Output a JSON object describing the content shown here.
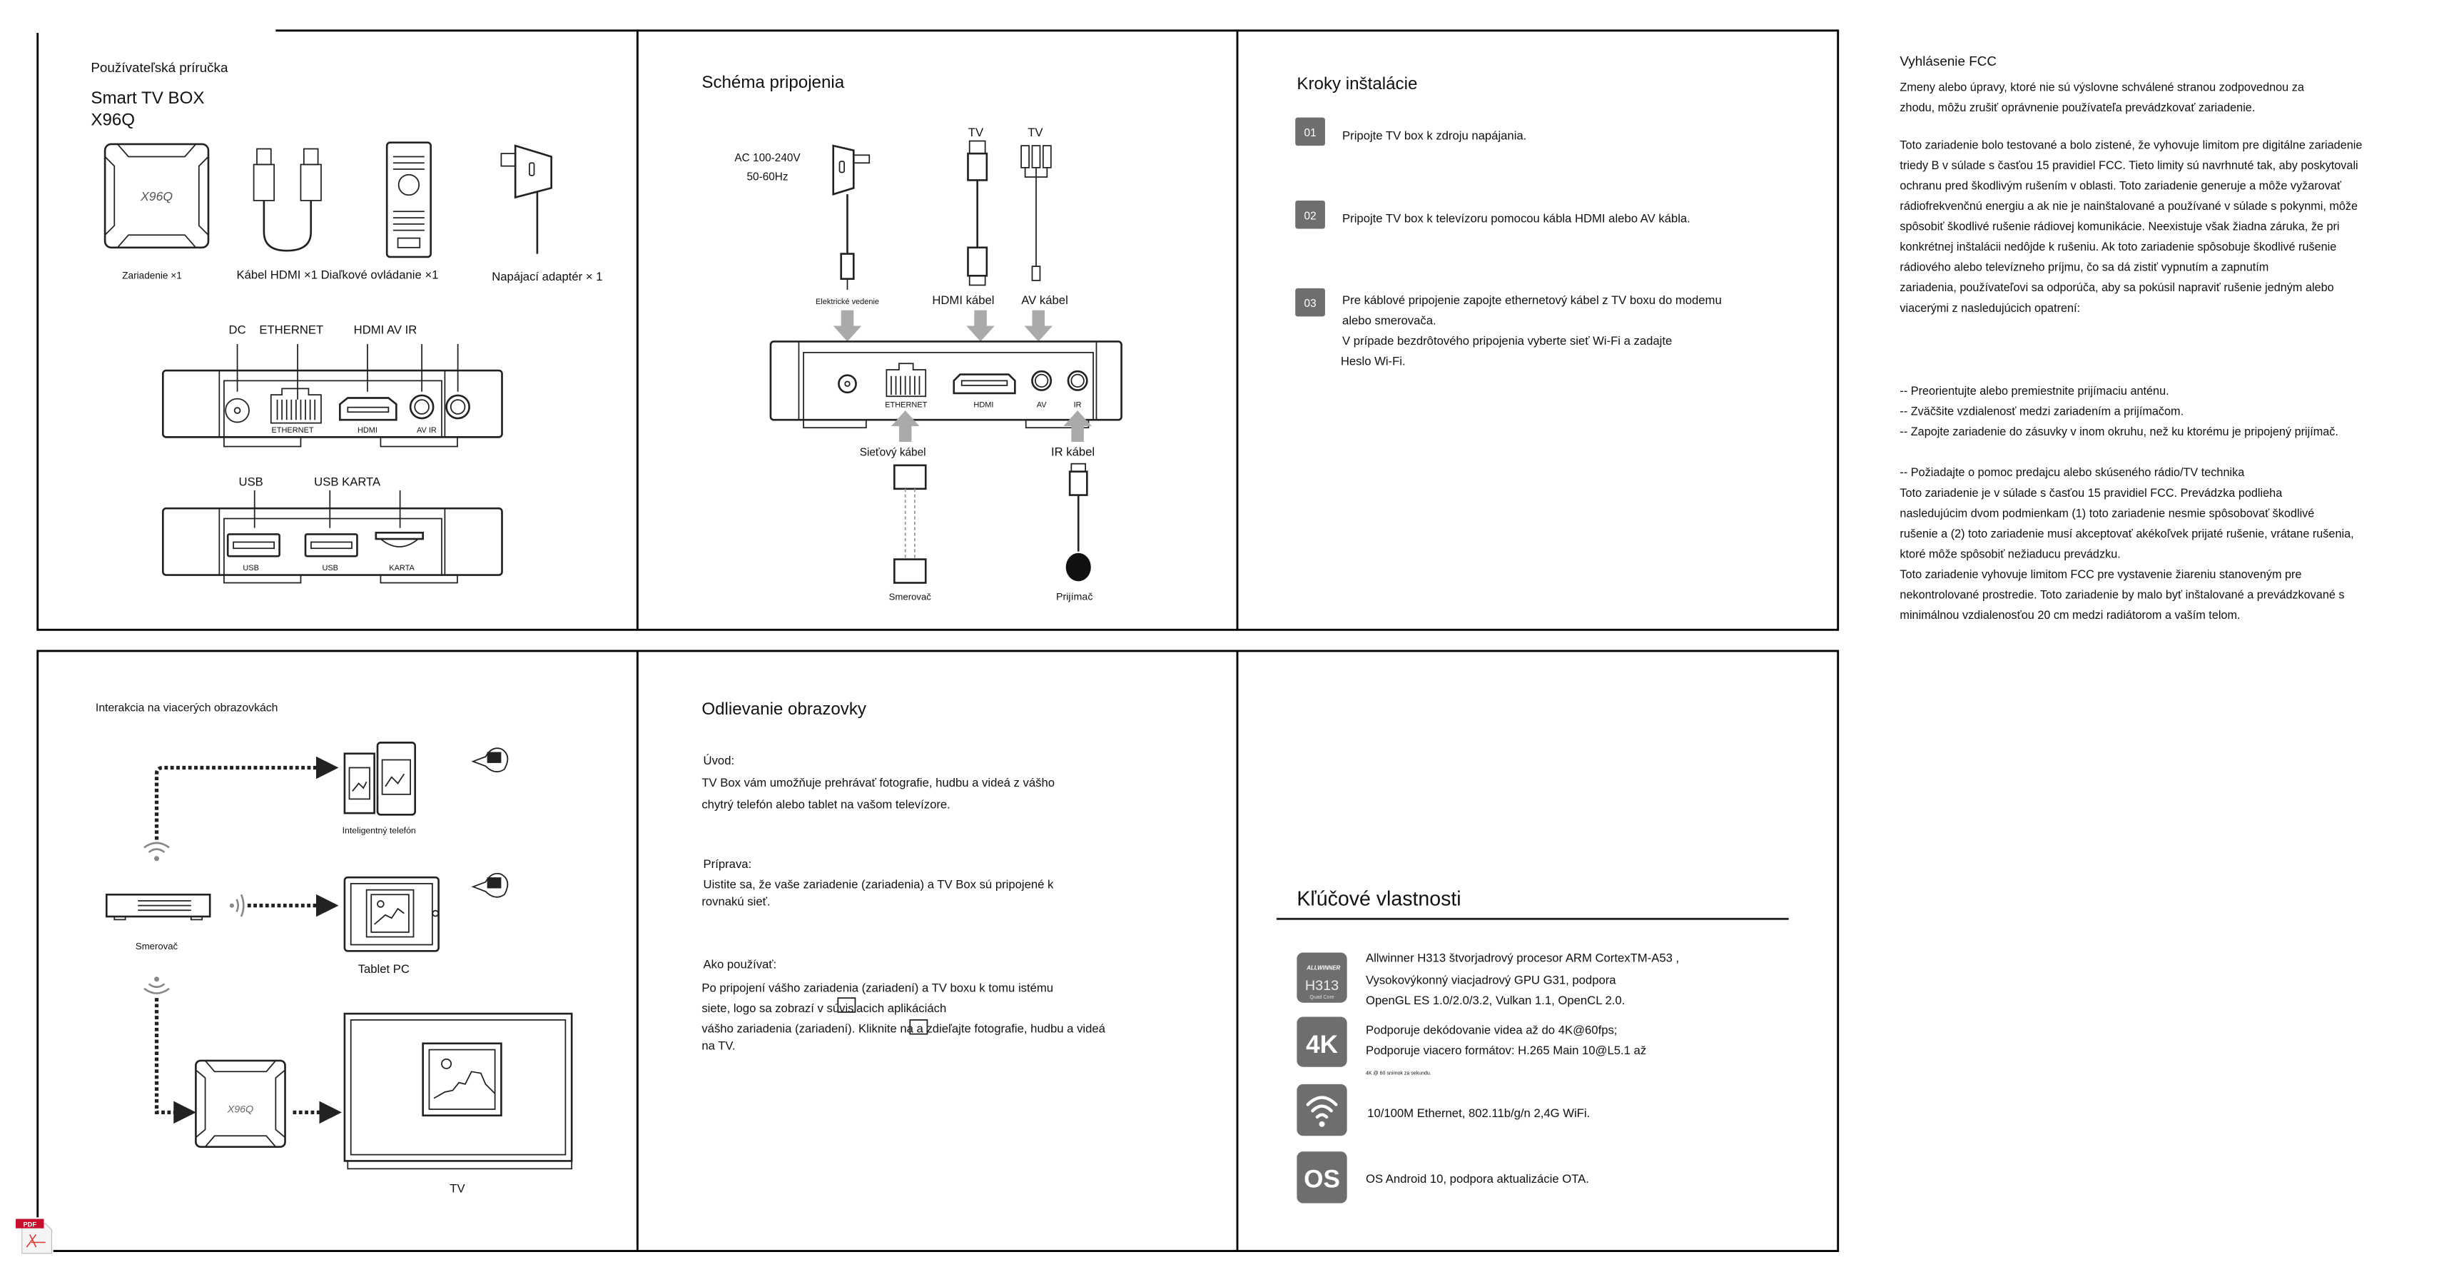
{
  "cover": {
    "manual_label": "Používateľská príručka",
    "product_line1": "Smart TV BOX",
    "product_line2": "X96Q",
    "box_logo": "X96Q",
    "items": [
      "Zariadenie ×1",
      "Kábel HDMI ×1 Diaľkové ovládanie ×1",
      "Napájací adaptér × 1"
    ],
    "back_ports_header": {
      "dc": "DC",
      "ethernet": "ETHERNET",
      "hdmi_av_ir": "HDMI AV IR"
    },
    "back_ports_labels": {
      "ethernet": "ETHERNET",
      "hdmi": "HDMI",
      "av_ir": "AV IR"
    },
    "side_ports_header": {
      "usb": "USB",
      "usb_card": "USB KARTA"
    },
    "side_ports_labels": [
      "USB",
      "USB",
      "KARTA"
    ]
  },
  "connection": {
    "title": "Schéma pripojenia",
    "ac_line1": "AC 100-240V",
    "ac_line2": "50-60Hz",
    "tv1": "TV",
    "tv2": "TV",
    "power_label": "Elektrické vedenie",
    "hdmi_label": "HDMI kábel",
    "av_label": "AV kábel",
    "port_labels": {
      "ethernet": "ETHERNET",
      "hdmi": "HDMI",
      "av": "AV",
      "ir": "IR"
    },
    "network_label": "Sieťový kábel",
    "ir_label": "IR kábel",
    "router_label": "Smerovač",
    "receiver_label": "Prijímač"
  },
  "install": {
    "title": "Kroky inštalácie",
    "steps": [
      {
        "num": "01",
        "lines": [
          "Pripojte TV box k zdroju napájania."
        ]
      },
      {
        "num": "02",
        "lines": [
          "Pripojte TV box k televízoru pomocou kábla HDMI alebo AV kábla."
        ]
      },
      {
        "num": "03",
        "lines": [
          "Pre káblové pripojenie zapojte ethernetový kábel z TV boxu do modemu",
          "alebo smerovača.",
          "V prípade bezdrôtového pripojenia vyberte sieť Wi-Fi a zadajte",
          "Heslo Wi-Fi."
        ]
      }
    ]
  },
  "fcc": {
    "title": "Vyhlásenie FCC",
    "lines": [
      "Zmeny alebo úpravy, ktoré nie sú výslovne schválené stranou zodpovednou za",
      "zhodu, môžu zrušiť oprávnenie používateľa prevádzkovať zariadenie.",
      "Toto zariadenie bolo testované a bolo zistené, že vyhovuje limitom pre digitálne zariadenie",
      "triedy B v súlade s časťou 15 pravidiel FCC. Tieto limity sú navrhnuté tak, aby poskytovali",
      "ochranu pred škodlivým rušením v oblasti. Toto zariadenie generuje a môže vyžarovať",
      "rádiofrekvenčnú energiu a ak nie je nainštalované a používané v súlade s pokynmi, môže",
      "spôsobiť škodlivé rušenie rádiovej komunikácie. Neexistuje však žiadna záruka, že pri",
      "konkrétnej inštalácii nedôjde k rušeniu. Ak toto zariadenie spôsobuje škodlivé rušenie",
      "rádiového alebo televízneho príjmu, čo sa dá zistiť vypnutím a zapnutím",
      "zariadenia, používateľovi sa odporúča, aby sa pokúsil napraviť rušenie jedným alebo",
      "viacerými z nasledujúcich opatrení:",
      "-- Preorientujte alebo premiestnite prijímaciu anténu.",
      "-- Zväčšite vzdialenosť medzi zariadením a prijímačom.",
      "-- Zapojte zariadenie do zásuvky v inom okruhu, než ku ktorému je pripojený prijímač.",
      "-- Požiadajte o pomoc predajcu alebo skúseného rádio/TV technika",
      "Toto zariadenie je v súlade s časťou 15 pravidiel FCC. Prevádzka podlieha",
      "nasledujúcim dvom podmienkam (1) toto zariadenie nesmie spôsobovať škodlivé",
      "rušenie a (2) toto zariadenie musí akceptovať akékoľvek prijaté rušenie, vrátane rušenia,",
      "ktoré môže spôsobiť nežiaducu prevádzku.",
      "Toto zariadenie vyhovuje limitom FCC pre vystavenie žiareniu stanoveným pre",
      "nekontrolované prostredie. Toto zariadenie by malo byť inštalované a prevádzkované s",
      "minimálnou vzdialenosťou 20 cm medzi radiátorom a vaším telom."
    ]
  },
  "multiscreen": {
    "title": "Interakcia na viacerých obrazovkách",
    "phone_label": "Inteligentný telefón",
    "router_label": "Smerovač",
    "tablet_label": "Tablet PC",
    "box_logo": "X96Q",
    "tv_label": "TV"
  },
  "casting": {
    "title": "Odlievanie obrazovky",
    "intro_heading": "Úvod:",
    "intro_lines": [
      "TV Box vám umožňuje prehrávať fotografie, hudbu a videá z vášho",
      "chytrý telefón alebo tablet na vašom televízore."
    ],
    "prep_heading": "Príprava:",
    "prep_lines": [
      "Uistite sa, že vaše zariadenie (zariadenia) a TV Box sú pripojené k",
      "rovnakú sieť."
    ],
    "usage_heading": "Ako používať:",
    "usage_lines": [
      "Po pripojení vášho zariadenia (zariadení) a TV boxu k tomu istému",
      "siete, logo sa zobrazí v súvisiacich aplikáciách",
      "vášho zariadenia (zariadení). Kliknite na a zdieľajte fotografie, hudbu a videá",
      "na TV."
    ]
  },
  "features": {
    "title": "Kľúčové vlastnosti",
    "items": [
      {
        "icon": "allwinner-h313-icon",
        "icon_brand": "ALLWINNER",
        "icon_text": "H313",
        "icon_sub": "Quad Core",
        "lines": [
          "Allwinner H313 štvorjadrový procesor ARM CortexTM-A53 ,",
          "Vysokovýkonný viacjadrový GPU G31, podpora",
          "OpenGL ES 1.0/2.0/3.2, Vulkan 1.1, OpenCL 2.0."
        ]
      },
      {
        "icon": "4k-icon",
        "icon_text": "4K",
        "lines": [
          "Podporuje dekódovanie videa až do 4K@60fps;",
          "Podporuje viacero formátov: H.265 Main 10@L5.1 až"
        ],
        "note": "4K @ 60 snímok za sekundu."
      },
      {
        "icon": "wifi-icon",
        "lines": [
          "10/100M Ethernet, 802.11b/g/n 2,4G WiFi."
        ]
      },
      {
        "icon": "os-icon",
        "icon_text": "OS",
        "lines": [
          "OS Android 10, podpora aktualizácie OTA."
        ]
      }
    ]
  },
  "pdf_badge": "PDF",
  "colors": {
    "icon_gray": "#6e6e6e",
    "arrow_gray": "#aaaaaa",
    "frame": "#000000"
  }
}
